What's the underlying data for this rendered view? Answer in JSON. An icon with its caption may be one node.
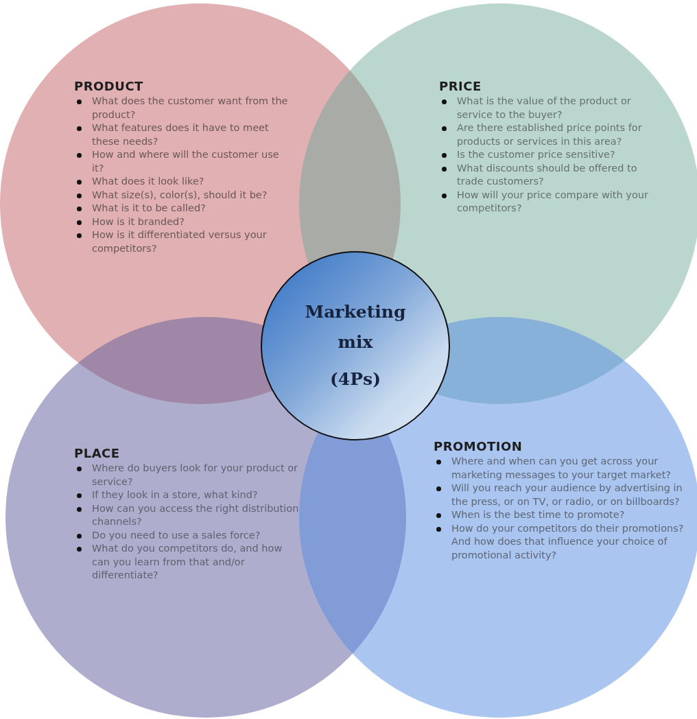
{
  "diagram": {
    "nodes": [
      {
        "text": [
          "PRODUCT",
          "What does the customer want from the product?",
          "What features does it have to meet these needs?",
          "How and where will the customer use it?",
          "What does it look like?",
          "What size(s), color(s), should it be?",
          "What is it to be called?",
          "How is it branded?",
          "How is it differentiated versus your competitors?"
        ]
      },
      {
        "text": [
          "PRICE",
          "What is the value of the product or service to the buyer?",
          "Are there established price points for products or services in this area?",
          "Is the customer price sensitive?",
          "What discounts should be offered to trade customers?",
          "How will your price compare with your competitors?"
        ]
      },
      {
        "text": [
          "Marketing mix",
          "(4Ps)"
        ]
      },
      {
        "text": [
          "PLACE",
          "Where do buyers look for your product or service?",
          "If they look in a store, what kind?",
          "How can you access the right distribution channels?",
          "Do you need to use a sales force?",
          "What do you competitors do, and how can you learn from that and/or differentiate?"
        ]
      },
      {
        "text": [
          "PROMOTION",
          "Where and when can you get across your marketing messages to your target market?",
          "Will you reach your audience by advertising in the press, or on TV, or radio, or on billboards?",
          "When is the best time to promote?",
          "How do your competitors do their promotions? And how does that influence your choice of promotional activity?"
        ]
      }
    ]
  }
}
